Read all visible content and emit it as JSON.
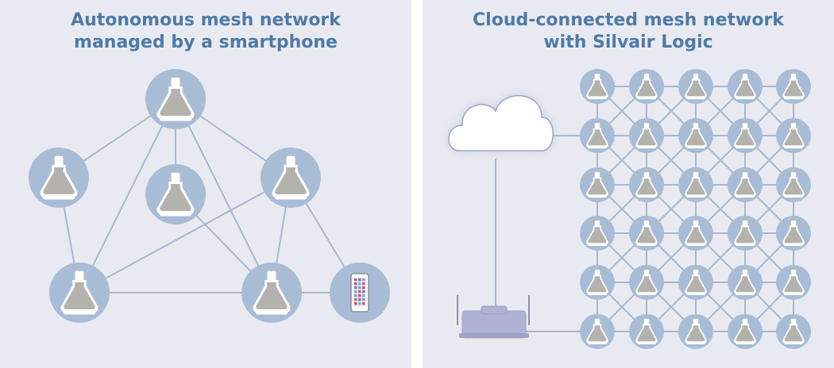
{
  "left": {
    "title_line1": "Autonomous mesh network",
    "title_line2": "managed by a smartphone"
  },
  "right": {
    "title_line1": "Cloud-connected mesh network",
    "title_line2": "with Silvair Logic"
  },
  "colors": {
    "background": "#e9eaf1",
    "title": "#4f7aa7",
    "node_circle": "#a9bcd6",
    "link": "#a7b7d1",
    "bulb": "#b3b2ad",
    "cloud_glow": "#bfcbe3",
    "gateway": "#aeb2d4"
  },
  "icons": {
    "node": "light-bulb-icon",
    "phone": "smartphone-icon",
    "cloud": "cloud-icon",
    "gateway": "gateway-icon"
  }
}
